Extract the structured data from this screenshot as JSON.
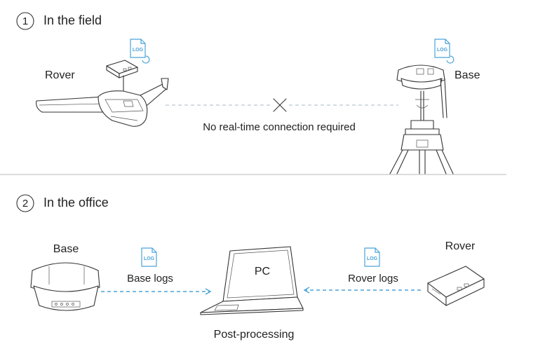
{
  "section1": {
    "number": "1",
    "title": "In the field"
  },
  "section2": {
    "number": "2",
    "title": "In the office"
  },
  "field": {
    "rover_label": "Rover",
    "base_label": "Base",
    "connection_note": "No real-time connection required"
  },
  "office": {
    "base_label": "Base",
    "base_logs_label": "Base logs",
    "pc_label": "PC",
    "rover_logs_label": "Rover logs",
    "rover_label": "Rover",
    "processing_label": "Post-processing"
  },
  "log_icon_text": "LOG",
  "colors": {
    "accent": "#4aa3d8",
    "line": "#333333",
    "divider": "#c8c8c8",
    "dash": "#bcc6cc"
  }
}
